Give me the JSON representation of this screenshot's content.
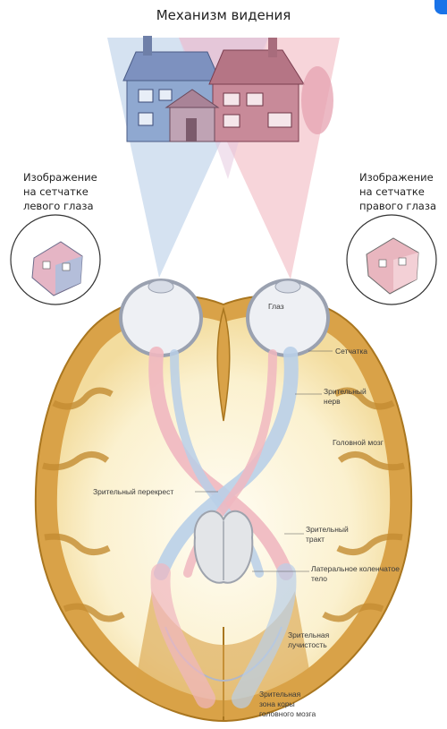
{
  "title": "Механизм видения",
  "left_caption": [
    "Изображение",
    "на сетчатке",
    "левого глаза"
  ],
  "right_caption": [
    "Изображение",
    "на сетчатке",
    "правого глаза"
  ],
  "labels": {
    "eye": "Глаз",
    "retina": "Сетчатка",
    "optic_nerve": [
      "Зрительный",
      "нерв"
    ],
    "brain": "Головной мозг",
    "chiasm": "Зрительный перекрест",
    "optic_tract": [
      "Зрительный",
      "тракт"
    ],
    "lgn": [
      "Латеральное коленчатое",
      "тело"
    ],
    "radiation": [
      "Зрительная",
      "лучистость"
    ],
    "cortex": [
      "Зрительная",
      "зона коры",
      "головного мозга"
    ]
  },
  "colors": {
    "accent": "#1a73e8",
    "left_field": "#b9cfe8",
    "right_field": "#f0b7c0",
    "cortex": "#d9a248",
    "white_matter": "#fbf3d6"
  }
}
